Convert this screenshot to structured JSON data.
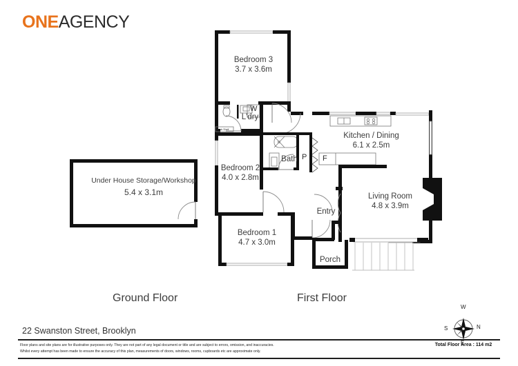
{
  "brand": {
    "one": "ONE",
    "agency": "AGENCY"
  },
  "address": "22 Swanston Street, Brooklyn",
  "floors": {
    "ground_title": "Ground Floor",
    "first_title": "First Floor"
  },
  "rooms": {
    "storage": {
      "name": "Under House Storage/Workshop",
      "dim": "5.4 x 3.1m"
    },
    "bedroom3": {
      "name": "Bedroom 3",
      "dim": "3.7 x 3.6m"
    },
    "bedroom2": {
      "name": "Bedroom 2",
      "dim": "4.0 x 2.8m"
    },
    "bedroom1": {
      "name": "Bedroom 1",
      "dim": "4.7 x 3.0m"
    },
    "kitchen": {
      "name": "Kitchen / Dining",
      "dim": "6.1 x 2.5m"
    },
    "living": {
      "name": "Living Room",
      "dim": "4.8 x 3.9m"
    },
    "bath": {
      "name": "Bath",
      "dim": ""
    },
    "laundry": {
      "name": "L'dry",
      "dim": ""
    },
    "entry": {
      "name": "Entry",
      "dim": ""
    },
    "porch": {
      "name": "Porch",
      "dim": ""
    }
  },
  "fixtures": {
    "washer": "W",
    "fridge": "F",
    "pantry": "P",
    "book_shelf": "Book Shelf"
  },
  "compass": {
    "top": "W",
    "right": "N",
    "bottom": "E",
    "left": "S"
  },
  "footer": {
    "disclaimer_line1": "Floor plans and site plans are for illustrative purposes only. They are not part of any legal document or title and are subject to errors, omission, and inaccuracies.",
    "disclaimer_line2": "Whilst every attempt has been made to ensure the accuracy of this plan, measurements of doors, windows, rooms, cupboards etc are approximate only.",
    "total_floor_area": "Total Floor Area   :  114 m2"
  },
  "colors": {
    "brand_orange": "#E8731C",
    "brand_dark": "#2b2b2b",
    "wall": "#111111",
    "text": "#3c3c3c"
  }
}
